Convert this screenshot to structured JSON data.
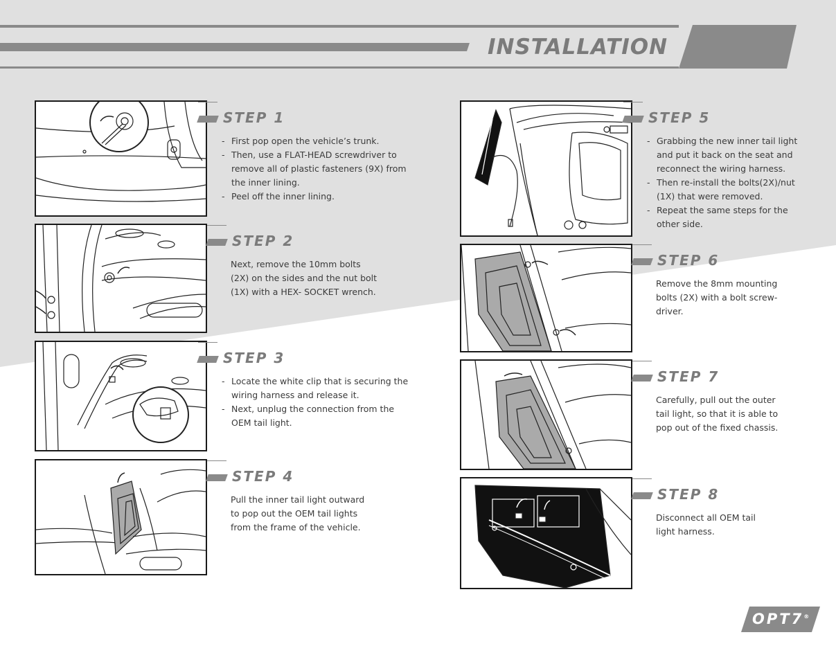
{
  "page": {
    "title": "INSTALLATION",
    "colors": {
      "band": "#e0e0e0",
      "accent": "#8a8a8a",
      "logo_bg": "#8a8a8a",
      "text": "#3a3a3a"
    }
  },
  "steps": [
    {
      "title": "STEP 1",
      "type": "bullets",
      "lines": [
        "First pop open the vehicle’s trunk.",
        "Then, use a FLAT-HEAD screwdriver to remove all of plastic fasteners (9X) from the inner lining.",
        "Peel off the inner lining."
      ],
      "figure_icon": "trunk-lining-fastener"
    },
    {
      "title": "STEP 2",
      "type": "text",
      "lines": [
        "Next, remove the 10mm bolts",
        "(2X) on the sides and the nut bolt",
        "(1X) with a HEX- SOCKET wrench."
      ],
      "figure_icon": "bolt-removal"
    },
    {
      "title": "STEP 3",
      "type": "bullets",
      "lines": [
        "Locate the white clip that is securing the wiring harness and release it.",
        "Next, unplug the connection from the OEM tail light."
      ],
      "figure_icon": "wiring-clip"
    },
    {
      "title": "STEP 4",
      "type": "text",
      "lines": [
        "Pull the inner tail light outward",
        "to pop out the OEM tail lights",
        "from the frame of the vehicle."
      ],
      "figure_icon": "inner-tail-light"
    },
    {
      "title": "STEP 5",
      "type": "bullets",
      "lines": [
        "Grabbing the new inner tail light and put it back on the seat and reconnect the wiring harness.",
        "Then re-install the bolts(2X)/nut (1X) that were removed.",
        "Repeat the same steps for the other side."
      ],
      "figure_icon": "new-tail-light"
    },
    {
      "title": "STEP 6",
      "type": "text",
      "lines": [
        "Remove the 8mm mounting",
        "bolts (2X) with a bolt screw-",
        "driver."
      ],
      "figure_icon": "outer-bolts"
    },
    {
      "title": "STEP 7",
      "type": "text",
      "lines": [
        "Carefully, pull out the outer",
        "tail light, so that it is able to",
        "pop out of the fixed chassis."
      ],
      "figure_icon": "outer-tail-light"
    },
    {
      "title": "STEP 8",
      "type": "text",
      "lines": [
        "Disconnect all OEM tail",
        "light harness."
      ],
      "figure_icon": "harness-disconnect"
    }
  ],
  "logo": {
    "text": "OPT7",
    "mark": "®"
  }
}
